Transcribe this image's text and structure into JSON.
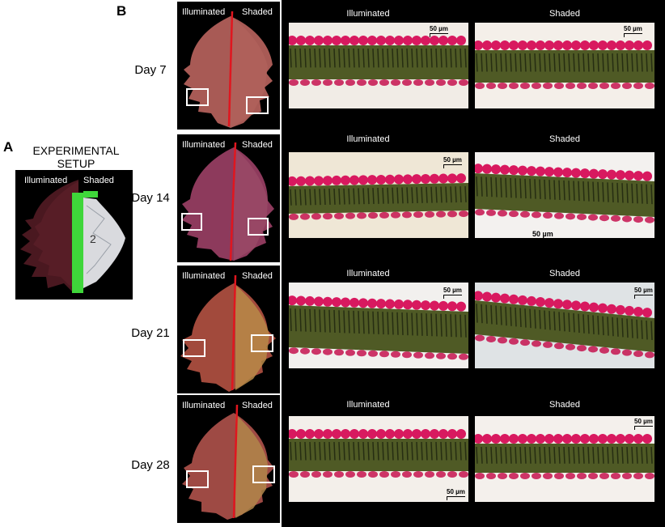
{
  "panel_a": {
    "letter": "A",
    "title_line1": "EXPERIMENTAL",
    "title_line2": "SETUP",
    "illuminated_label": "Illuminated",
    "shaded_label": "Shaded"
  },
  "panel_b": {
    "letter": "B",
    "columns": {
      "illuminated": "Illuminated",
      "shaded": "Shaded"
    },
    "leaf_labels": {
      "illuminated": "Illuminated",
      "shaded": "Shaded"
    },
    "scale_label": "50 µm",
    "rows": [
      {
        "day": "Day 7"
      },
      {
        "day": "Day 14"
      },
      {
        "day": "Day 21"
      },
      {
        "day": "Day 28"
      }
    ]
  },
  "colors": {
    "leaf_purple": "#7a3340",
    "midrib_red": "#e0161f",
    "tape_green": "#3fd63a",
    "foil_silver": "#d9dade",
    "anthocyanin_magenta": "#d8195f",
    "mesophyll_green": "#4f5a25",
    "micro_background": "#f3efe9"
  }
}
